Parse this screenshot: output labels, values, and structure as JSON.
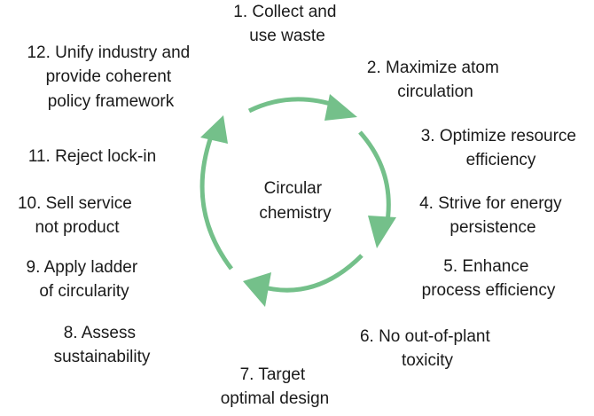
{
  "diagram": {
    "center_label": [
      "Circular",
      "chemistry"
    ],
    "arrow_color": "#74c08a",
    "text_color": "#1a1a1a",
    "principles": [
      [
        "1. Collect and",
        "use waste"
      ],
      [
        "2. Maximize atom",
        "circulation"
      ],
      [
        "3. Optimize resource",
        "efficiency"
      ],
      [
        "4. Strive for energy",
        "persistence"
      ],
      [
        "5. Enhance",
        "process efficiency"
      ],
      [
        "6. No out-of-plant",
        "toxicity"
      ],
      [
        "7. Target",
        "optimal design"
      ],
      [
        "8. Assess",
        "sustainability"
      ],
      [
        "9. Apply ladder",
        "of circularity"
      ],
      [
        "10. Sell service",
        "not product"
      ],
      [
        "11. Reject lock-in"
      ],
      [
        "12. Unify industry and",
        "provide coherent",
        "policy framework"
      ]
    ]
  }
}
